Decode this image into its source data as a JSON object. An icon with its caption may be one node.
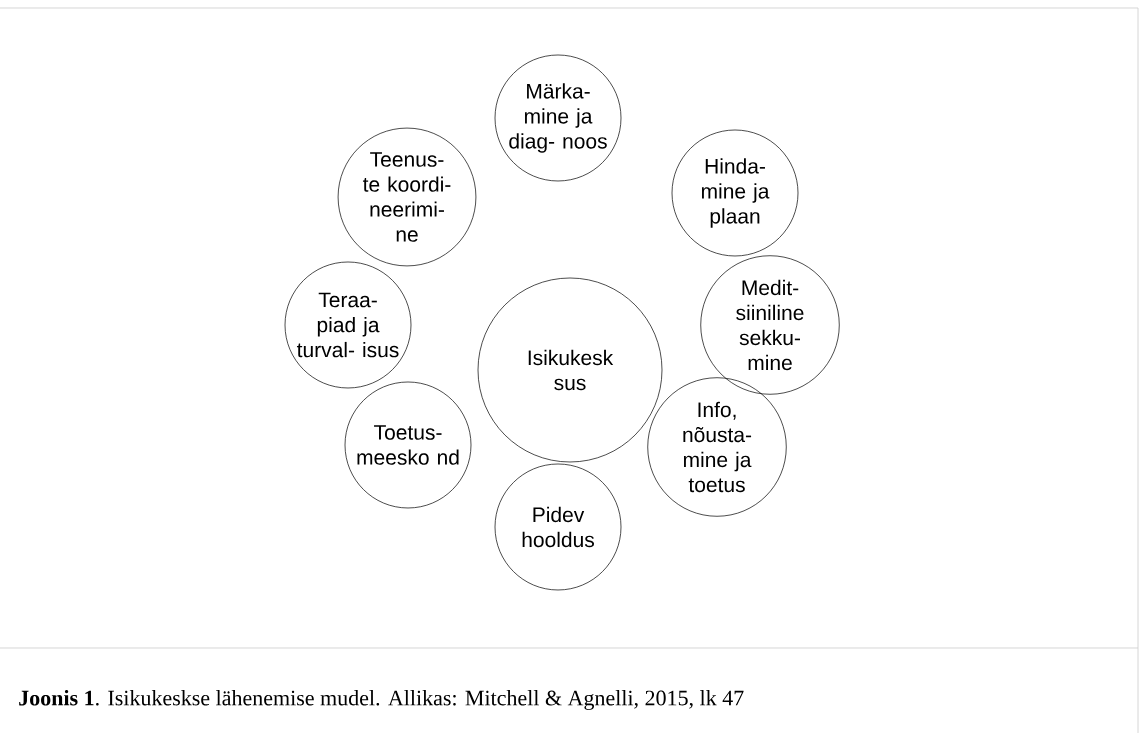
{
  "diagram": {
    "caption": "**Joonis 1**. Isikukeskse lähenemise mudel. Allikas: Mitchell & Agnelli, 2015, lk 47",
    "nodes": [
      {
        "text": [
          "Isikukesk sus"
        ]
      },
      {
        "text": [
          "Märka- mine ja diag- noos"
        ]
      },
      {
        "text": [
          "Hinda- mine ja plaan"
        ]
      },
      {
        "text": [
          "Medit- siiniline sekku- mine"
        ]
      },
      {
        "text": [
          "Info, nõusta- mine ja toetus"
        ]
      },
      {
        "text": [
          "Pidev hooldus"
        ]
      },
      {
        "text": [
          "Toetus- meesko nd"
        ]
      },
      {
        "text": [
          "Teraa- piad ja turval- isus"
        ]
      },
      {
        "text": [
          "Teenus- te koordi- neerimi- ne"
        ]
      }
    ]
  }
}
